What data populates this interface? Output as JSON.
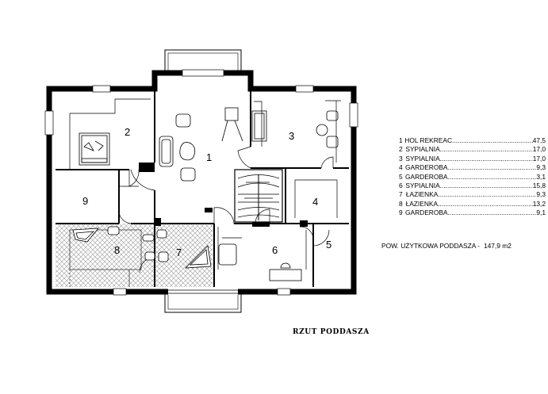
{
  "rooms": [
    {
      "num": "1"
    },
    {
      "num": "2"
    },
    {
      "num": "3"
    },
    {
      "num": "4"
    },
    {
      "num": "5"
    },
    {
      "num": "6"
    },
    {
      "num": "7"
    },
    {
      "num": "8"
    },
    {
      "num": "9"
    }
  ],
  "legend": [
    {
      "num": "1",
      "name": "HOL REKREAC",
      "area": "47,5"
    },
    {
      "num": "2",
      "name": "SYPIALNIA",
      "area": "17,0"
    },
    {
      "num": "3",
      "name": "SYPIALNIA",
      "area": "17,0"
    },
    {
      "num": "4",
      "name": "GARDEROBA",
      "area": "9,3"
    },
    {
      "num": "5",
      "name": "GARDEROBA",
      "area": "3,1"
    },
    {
      "num": "6",
      "name": "SYPIALNIA",
      "area": "15,8"
    },
    {
      "num": "7",
      "name": "ŁAZIENKA",
      "area": "9,3"
    },
    {
      "num": "8",
      "name": "ŁAZIENKA",
      "area": "13,2"
    },
    {
      "num": "9",
      "name": "GARDEROBA",
      "area": "9,1"
    }
  ],
  "total": {
    "label": "POW. UŻYTKOWA PODDASZA -",
    "value": "147,9 m2"
  },
  "caption": "RZUT  PODDASZA",
  "colors": {
    "ink": "#000000",
    "paper": "#ffffff",
    "hatch": "#9a9a9a"
  }
}
